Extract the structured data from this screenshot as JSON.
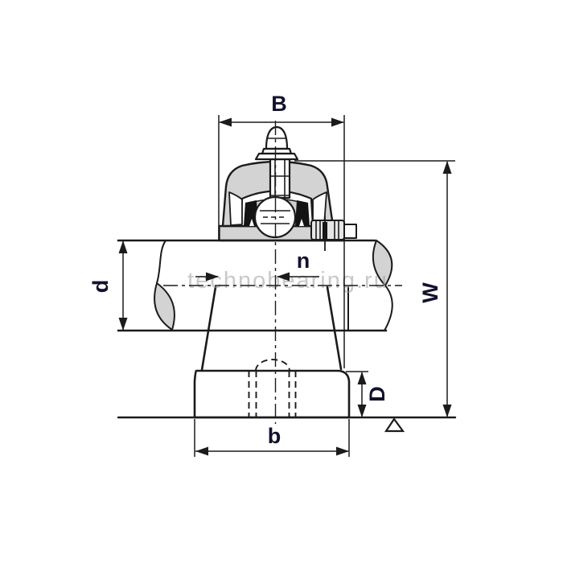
{
  "page": {
    "background_color": "#ffffff",
    "type": "technical-dimension-drawing",
    "subject": "pillow block ball bearing unit with shaft, front section view"
  },
  "drawing": {
    "watermark": "technobearing.ru",
    "labels": {
      "B": "B",
      "n": "n",
      "d": "d",
      "W": "W",
      "D": "D",
      "b": "b"
    },
    "symbols": {
      "ground_symbol": "open-triangle"
    },
    "colors": {
      "line": "#1b1b1b",
      "label": "#12122e",
      "housing_fill": "#d3d3d3",
      "watermark": "#9d9d9d",
      "background": "#ffffff"
    }
  }
}
